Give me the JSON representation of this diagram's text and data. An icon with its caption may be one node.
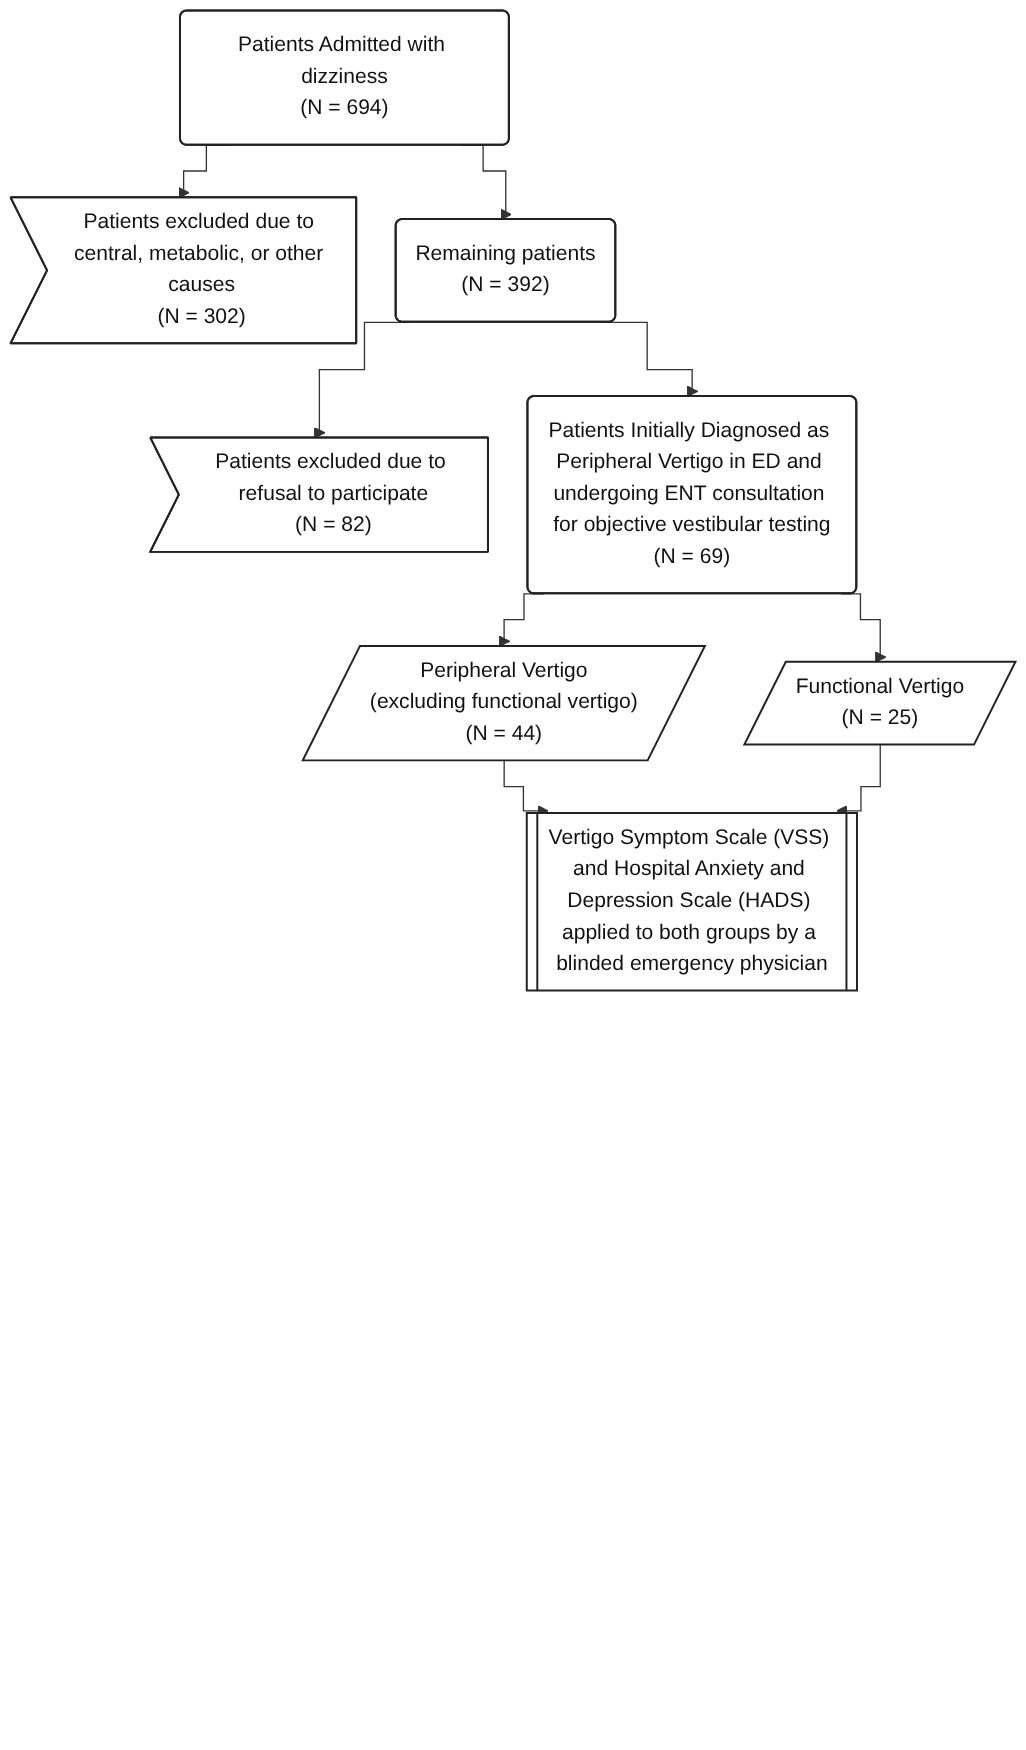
{
  "diagram": {
    "nodes": [
      {
        "text": [
          "Patients Admitted with dizziness",
          "(N = 694)"
        ]
      },
      {
        "text": [
          "Patients excluded due to central, metabolic, or other causes",
          "(N = 302)"
        ]
      },
      {
        "text": [
          "Remaining patients",
          "(N = 392)"
        ]
      },
      {
        "text": [
          "Patients excluded due to refusal to participate",
          "(N = 82)"
        ]
      },
      {
        "text": [
          "Patients Initially Diagnosed as Peripheral Vertigo in ED and undergoing ENT consultation for objective vestibular testing",
          "(N = 69)"
        ]
      },
      {
        "text": [
          "Peripheral Vertigo",
          "(excluding functional vertigo)",
          "(N = 44)"
        ]
      },
      {
        "text": [
          "Functional Vertigo",
          "(N = 25)"
        ]
      },
      {
        "text": [
          "Vertigo Symptom Scale (VSS) and Hospital Anxiety and Depression Scale (HADS) applied to both groups by a blinded emergency physician"
        ]
      }
    ],
    "edges": [
      {
        "from": 0,
        "to": 1,
        "arrow": "to"
      },
      {
        "from": 0,
        "to": 2,
        "arrow": "to"
      },
      {
        "from": 2,
        "to": 3,
        "arrow": "to"
      },
      {
        "from": 2,
        "to": 4,
        "arrow": "to"
      },
      {
        "from": 4,
        "to": 5,
        "arrow": "to"
      },
      {
        "from": 4,
        "to": 6,
        "arrow": "to"
      },
      {
        "from": 5,
        "to": 7,
        "arrow": "to"
      },
      {
        "from": 6,
        "to": 7,
        "arrow": "to"
      }
    ]
  }
}
